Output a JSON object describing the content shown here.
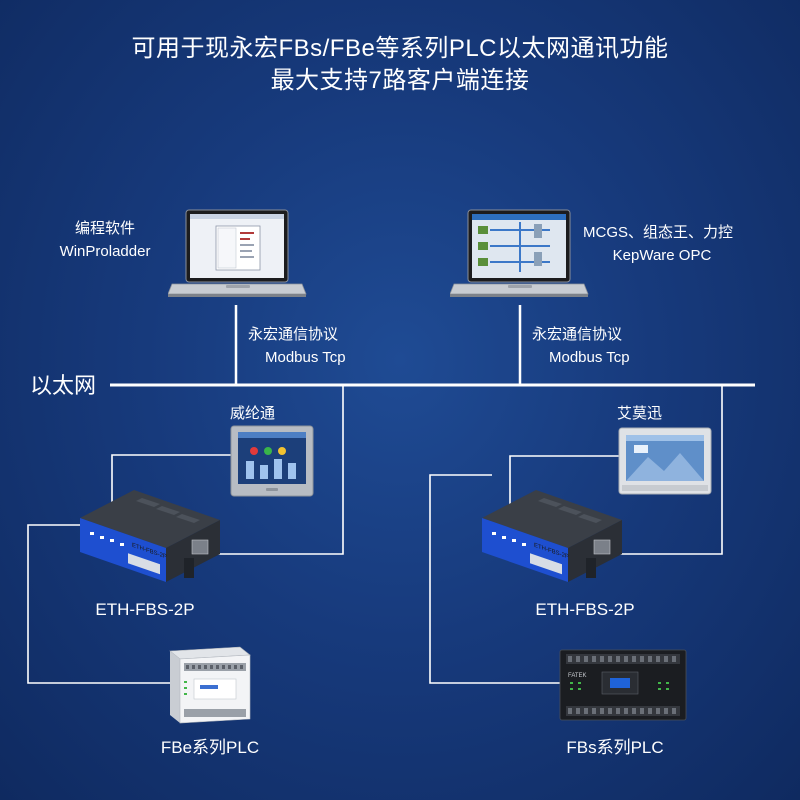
{
  "title": {
    "line1": "可用于现永宏FBs/FBe等系列PLC以太网通讯功能",
    "line2": "最大支持7路客户端连接"
  },
  "laptop_left": {
    "name": "编程软件",
    "sub": "WinProladder"
  },
  "laptop_right": {
    "name": "MCGS、组态王、力控",
    "sub": "KepWare OPC"
  },
  "protocol_left": {
    "name": "永宏通信协议",
    "sub": "Modbus Tcp"
  },
  "protocol_right": {
    "name": "永宏通信协议",
    "sub": "Modbus Tcp"
  },
  "network_label": "以太网",
  "hmi_left": {
    "name": "威纶通"
  },
  "hmi_right": {
    "name": "艾莫迅"
  },
  "module_left": {
    "name": "ETH-FBS-2P",
    "plate": "ETH-FBS-2P"
  },
  "module_right": {
    "name": "ETH-FBS-2P",
    "plate": "ETH-FBS-2P"
  },
  "plc_left": {
    "name": "FBe系列PLC"
  },
  "plc_right": {
    "name": "FBs系列PLC",
    "plate": "FATEK"
  },
  "colors": {
    "wire": "#ffffff",
    "background": "#173a7c",
    "module_body": "#2b2f36",
    "module_face": "#1e4fd0"
  }
}
